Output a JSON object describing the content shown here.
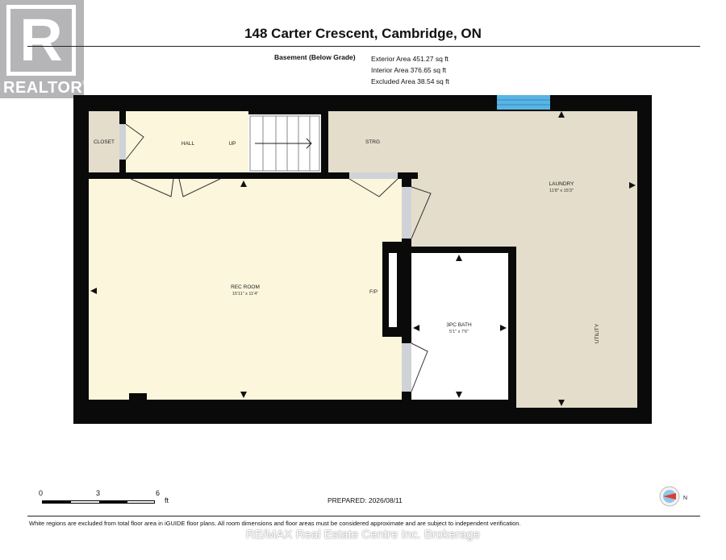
{
  "logo": {
    "letter": "R",
    "word": "REALTOR",
    "mark": "®"
  },
  "title": "148 Carter Crescent, Cambridge, ON",
  "level": "Basement (Below Grade)",
  "areas": {
    "exterior": "Exterior Area 451.27 sq ft",
    "interior": "Interior Area 376.65 sq ft",
    "excluded": "Excluded Area 38.54 sq ft"
  },
  "rooms": {
    "closet": "CLOSET",
    "hall": "HALL",
    "up": "UP",
    "strg": "STRG",
    "laundry": "LAUNDRY",
    "laundry_dim": "11'8\" x 15'3\"",
    "rec_room": "REC ROOM",
    "rec_room_dim": "15'11\" x 11'4\"",
    "fp": "F/P",
    "bath": "3PC BATH",
    "bath_dim": "5'1\" x 7'6\"",
    "utility": "UTILITY"
  },
  "colors": {
    "wall": "#0a0a0a",
    "rec_floor": "#fbf6dc",
    "laundry_floor": "#e5ddcc",
    "hall_floor": "#fbf6dc",
    "closet_floor": "#e5ddcc",
    "bath_floor": "#ffffff",
    "window": "#5ab4e3"
  },
  "scale": {
    "n0": "0",
    "n3": "3",
    "n6": "6",
    "unit": "ft"
  },
  "prepared": "PREPARED: 2026/08/11",
  "compass": {
    "letter": "N"
  },
  "disclaimer": "White regions are excluded from total floor area in iGUIDE floor plans. All room dimensions and floor areas must be considered approximate and are subject to independent verification.",
  "watermark": "RE/MAX Real Estate Centre Inc. Brokerage"
}
